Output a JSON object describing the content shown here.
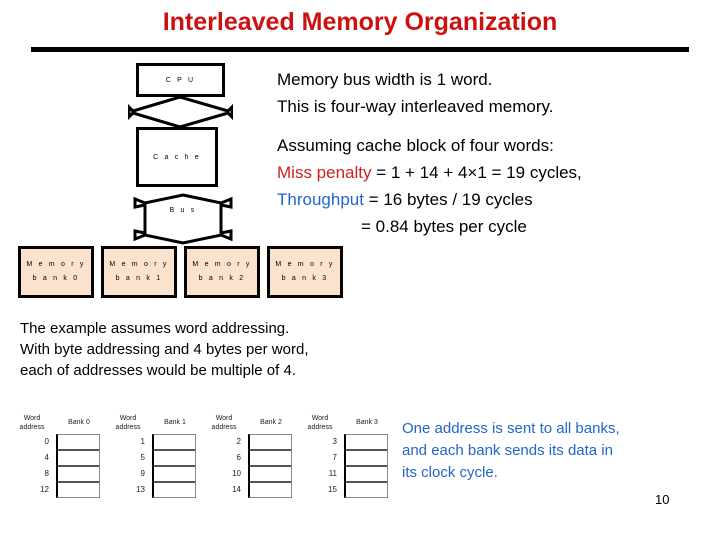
{
  "slide": {
    "title": "Interleaved Memory Organization",
    "page_number": "10",
    "title_color": "#CC1111",
    "accent_red": "#CC2222",
    "accent_blue": "#2266CC",
    "bank_fill": "#FBE2CC"
  },
  "diagram": {
    "cpu_label": "C P U",
    "cache_label": "C a c h e",
    "bus_label": "B u s",
    "banks": [
      {
        "line1": "M e m o r y",
        "line2": "b a n k  0"
      },
      {
        "line1": "M e m o r y",
        "line2": "b a n k  1"
      },
      {
        "line1": "M e m o r y",
        "line2": "b a n k  2"
      },
      {
        "line1": "M e m o r y",
        "line2": "b a n k  3"
      }
    ]
  },
  "right_text": {
    "line1": "Memory bus width is 1 word.",
    "line2": "This is four-way interleaved memory.",
    "line3": "Assuming cache block of four words:",
    "miss_penalty_label": "Miss penalty",
    "miss_penalty_value": " = 1 + 14 + 4×1 = 19 cycles,",
    "throughput_label": "Throughput",
    "throughput_value": "  = 16 bytes / 19 cycles",
    "throughput_result": "= 0.84 bytes per cycle"
  },
  "note": {
    "line1": "The example assumes word addressing.",
    "line2": "With byte addressing and 4 bytes per word,",
    "line3": "each of addresses would be multiple of 4."
  },
  "tables": {
    "addr_header_line1": "Word",
    "addr_header_line2": "address",
    "banks": [
      {
        "header": "Bank 0",
        "addresses": [
          "0",
          "4",
          "8",
          "12"
        ]
      },
      {
        "header": "Bank 1",
        "addresses": [
          "1",
          "5",
          "9",
          "13"
        ]
      },
      {
        "header": "Bank 2",
        "addresses": [
          "2",
          "6",
          "10",
          "14"
        ]
      },
      {
        "header": "Bank 3",
        "addresses": [
          "3",
          "7",
          "11",
          "15"
        ]
      }
    ]
  },
  "blue_note": {
    "line1": "One address is sent to all banks,",
    "line2": "and each bank sends its data in",
    "line3": "its clock cycle."
  }
}
